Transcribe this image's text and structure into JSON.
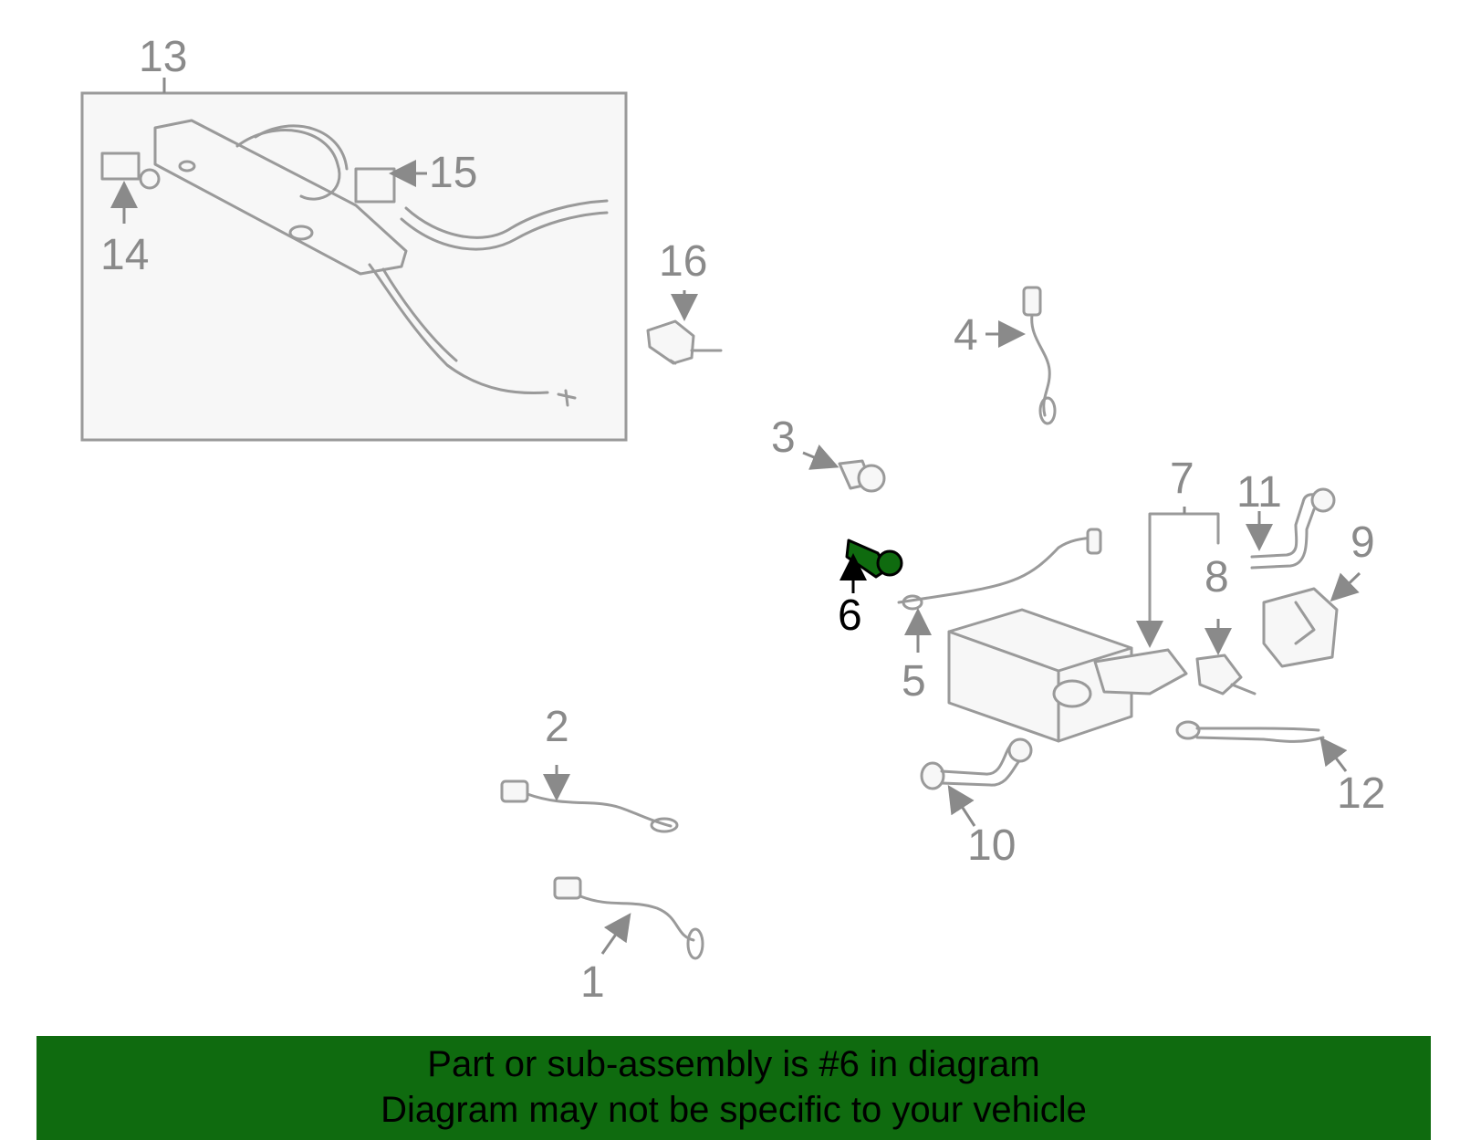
{
  "callouts": {
    "c1": "1",
    "c2": "2",
    "c3": "3",
    "c4": "4",
    "c5": "5",
    "c6": "6",
    "c7": "7",
    "c8": "8",
    "c9": "9",
    "c10": "10",
    "c11": "11",
    "c12": "12",
    "c13": "13",
    "c14": "14",
    "c15": "15",
    "c16": "16"
  },
  "highlight": {
    "part": "6",
    "color": "#0f6b0f"
  },
  "banner": {
    "line1": "Part or sub-assembly is #6 in diagram",
    "line2": "Diagram may not be specific to your vehicle",
    "background": "#0f6b0f"
  }
}
